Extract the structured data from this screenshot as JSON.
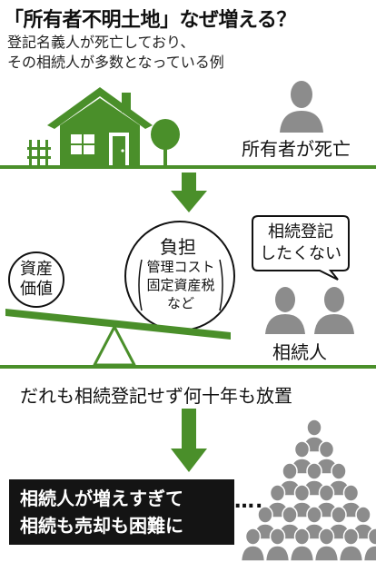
{
  "title": "「所有者不明土地」なぜ増える？",
  "subtitle": [
    "登記名義人が死亡しており、",
    "その相続人が多数となっている例"
  ],
  "stage1": {
    "owner_label": "所有者が死亡"
  },
  "stage2": {
    "asset_label": [
      "資産",
      "価値"
    ],
    "burden_title": "負担",
    "burden_items": [
      "管理コスト",
      "固定資産税",
      "など"
    ],
    "speech": [
      "相続登記",
      "したくない"
    ],
    "heirs_label": "相続人"
  },
  "stage3": {
    "caption": "だれも相続登記せず何十年も放置"
  },
  "stage4": {
    "banner": [
      "相続人が増えすぎて",
      "相続も売却も困難に"
    ],
    "ellipsis": "…."
  },
  "colors": {
    "green": "#4a8f2a",
    "gray": "#8c8c8c",
    "black": "#141414"
  }
}
